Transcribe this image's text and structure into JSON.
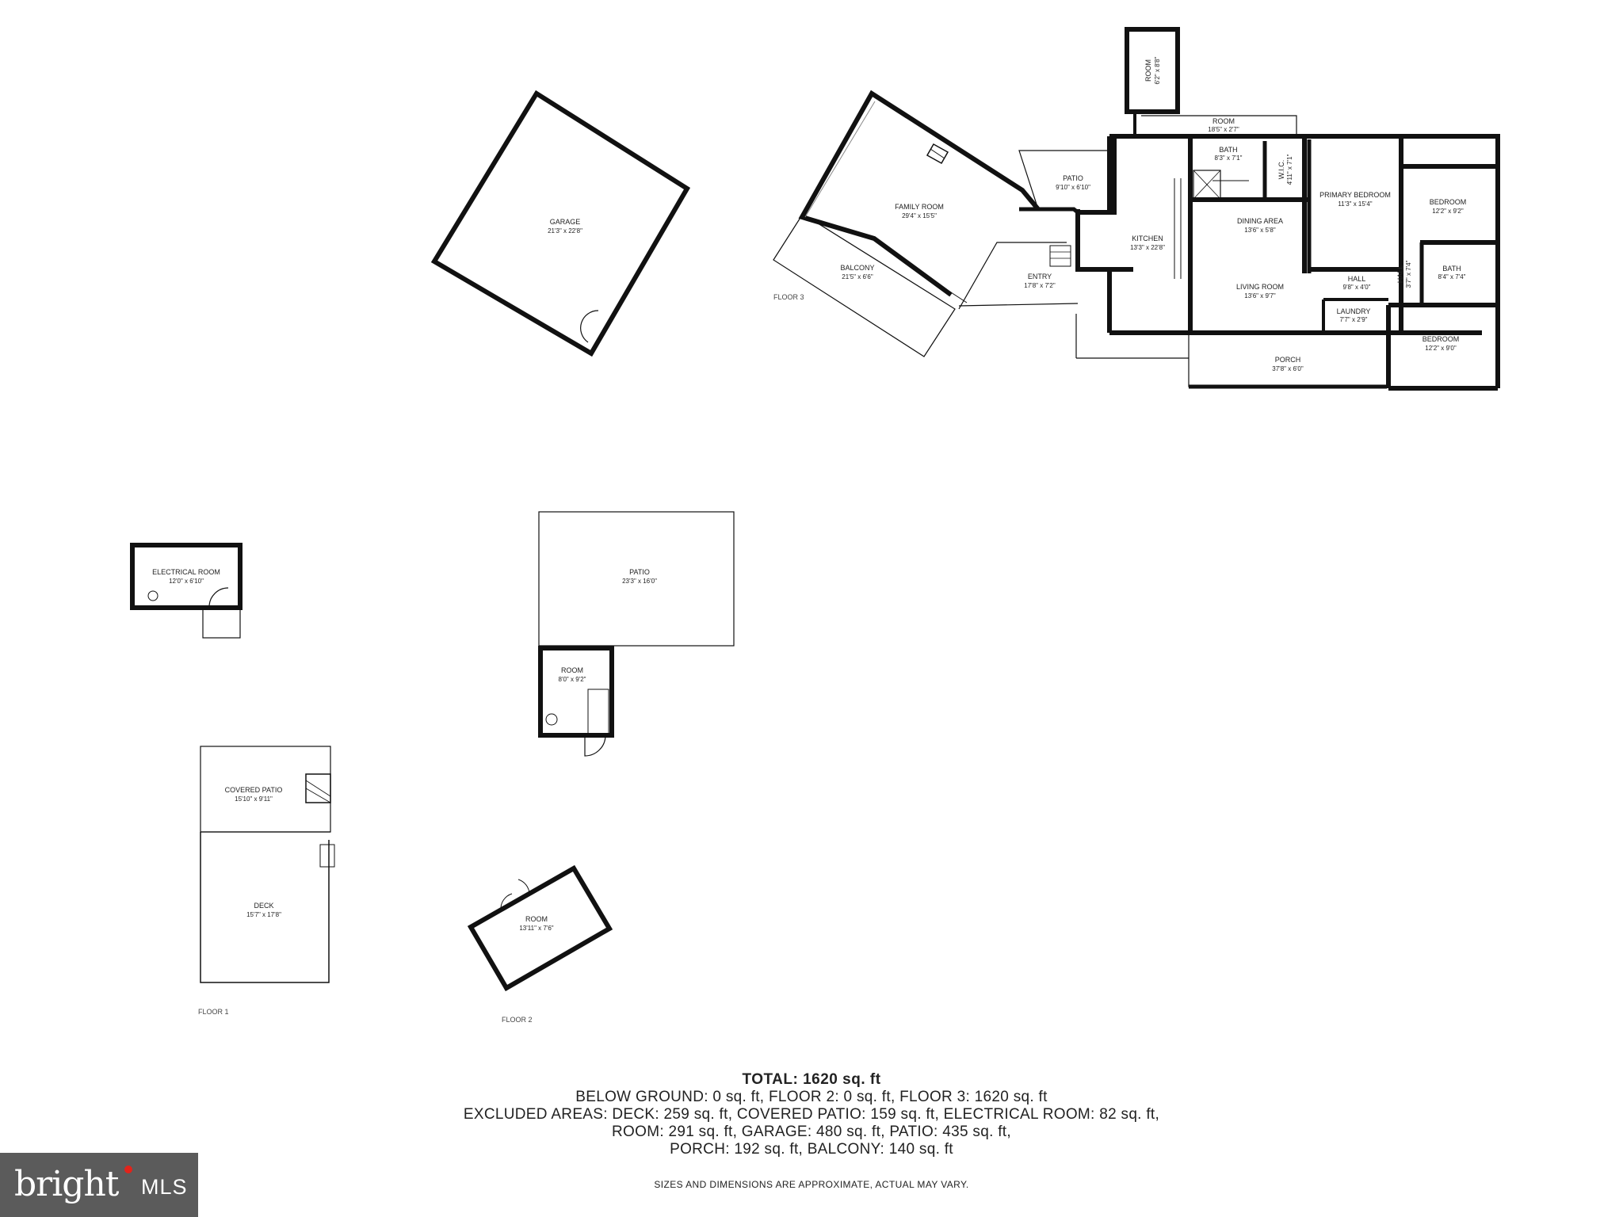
{
  "floor_labels": [
    "FLOOR 1",
    "FLOOR 2",
    "FLOOR 3"
  ],
  "rooms": {
    "garage": {
      "name": "GARAGE",
      "dims": "21'3\" x 22'8\""
    },
    "family_room": {
      "name": "FAMILY ROOM",
      "dims": "29'4\" x 15'5\""
    },
    "balcony": {
      "name": "BALCONY",
      "dims": "21'5\" x 6'6\""
    },
    "patio_upper": {
      "name": "PATIO",
      "dims": "9'10\" x 6'10\""
    },
    "entry": {
      "name": "ENTRY",
      "dims": "17'8\" x 7'2\""
    },
    "room_top": {
      "name": "ROOM",
      "dims": "6'2\" x 8'8\""
    },
    "room_strip": {
      "name": "ROOM",
      "dims": "18'5\" x 2'7\""
    },
    "bath_main": {
      "name": "BATH",
      "dims": "8'3\" x 7'1\""
    },
    "wic": {
      "name": "W.I.C.",
      "dims": "4'11\" x 7'1\""
    },
    "kitchen": {
      "name": "KITCHEN",
      "dims": "13'3\" x 22'8\""
    },
    "dining": {
      "name": "DINING AREA",
      "dims": "13'6\" x 5'8\""
    },
    "living": {
      "name": "LIVING ROOM",
      "dims": "13'6\" x 9'7\""
    },
    "primary_bed": {
      "name": "PRIMARY BEDROOM",
      "dims": "11'3\" x 15'4\""
    },
    "bedroom_1": {
      "name": "BEDROOM",
      "dims": "12'2\" x 9'2\""
    },
    "hall_1": {
      "name": "HALL",
      "dims": "9'8\" x 4'0\""
    },
    "hall_2": {
      "name": "HALL",
      "dims": "3'7\" x 7'4\""
    },
    "bath_2": {
      "name": "BATH",
      "dims": "8'4\" x 7'4\""
    },
    "laundry": {
      "name": "LAUNDRY",
      "dims": "7'7\" x 2'9\""
    },
    "bedroom_2": {
      "name": "BEDROOM",
      "dims": "12'2\" x 9'0\""
    },
    "porch": {
      "name": "PORCH",
      "dims": "37'8\" x 6'0\""
    },
    "electrical": {
      "name": "ELECTRICAL ROOM",
      "dims": "12'0\" x 6'10\""
    },
    "patio_lower": {
      "name": "PATIO",
      "dims": "23'3\" x 16'0\""
    },
    "room_small": {
      "name": "ROOM",
      "dims": "8'0\" x 9'2\""
    },
    "covered_patio": {
      "name": "COVERED PATIO",
      "dims": "15'10\" x 9'11\""
    },
    "deck": {
      "name": "DECK",
      "dims": "15'7\" x 17'8\""
    },
    "room_shed": {
      "name": "ROOM",
      "dims": "13'11\" x 7'6\""
    }
  },
  "totals": {
    "title": "TOTAL: 1620 sq. ft",
    "lines": [
      "BELOW GROUND: 0 sq. ft, FLOOR 2: 0 sq. ft, FLOOR 3: 1620 sq. ft",
      "EXCLUDED AREAS: DECK: 259 sq. ft, COVERED PATIO: 159 sq. ft, ELECTRICAL ROOM: 82 sq. ft,",
      "ROOM: 291 sq. ft, GARAGE: 480 sq. ft, PATIO: 435 sq. ft,",
      "PORCH: 192 sq. ft, BALCONY: 140 sq. ft"
    ],
    "note": "SIZES AND DIMENSIONS ARE APPROXIMATE, ACTUAL MAY VARY."
  },
  "logo": {
    "bright": "bright",
    "mls": "MLS",
    "dot_color": "#e2231a"
  },
  "colors": {
    "wall": "#111111",
    "thin": "#888888"
  }
}
